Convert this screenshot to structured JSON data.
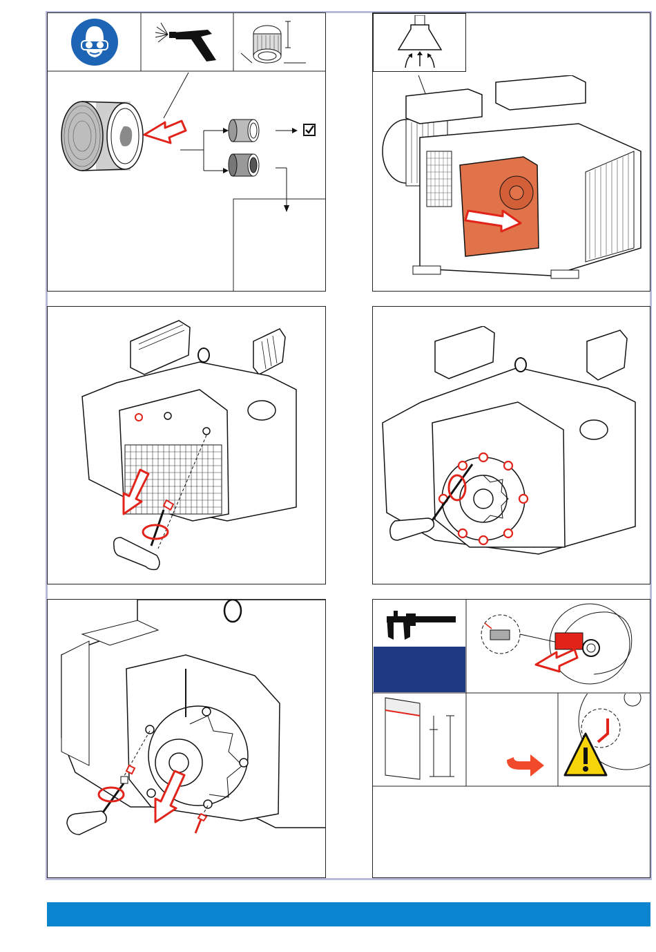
{
  "colors": {
    "frame": "#b9b9dc",
    "accent_red": "#e2231a",
    "safety_blue": "#1e64b4",
    "footer_blue": "#0b84cf",
    "dark_blue_box": "#1f3a82",
    "orange_highlight": "#e0734a",
    "warning_yellow": "#f5d50a"
  },
  "panels": [
    {
      "id": 1,
      "icons": [
        "safety-goggles-icon",
        "air-blow-gun-icon",
        "filter-cartridge-dimension-icon"
      ],
      "result_icons": [
        "checkbox-ok-icon"
      ]
    },
    {
      "id": 2,
      "icons": [
        "extraction-hood-icon"
      ]
    },
    {
      "id": 3,
      "icons": [
        "socket-key-icon",
        "cover-removal-arrow-icon"
      ]
    },
    {
      "id": 4,
      "icons": [
        "socket-key-icon",
        "bolt-highlight-icon"
      ]
    },
    {
      "id": 5,
      "icons": [
        "socket-key-icon",
        "rotor-housing-removal-arrow-icon"
      ]
    },
    {
      "id": 6,
      "icons": [
        "caliper-icon",
        "vane-detail-icon",
        "vane-wear-dimension-icon",
        "next-step-arrow-icon",
        "warning-triangle-icon"
      ]
    }
  ],
  "footer": {
    "bar": "footer-blue-bar"
  }
}
